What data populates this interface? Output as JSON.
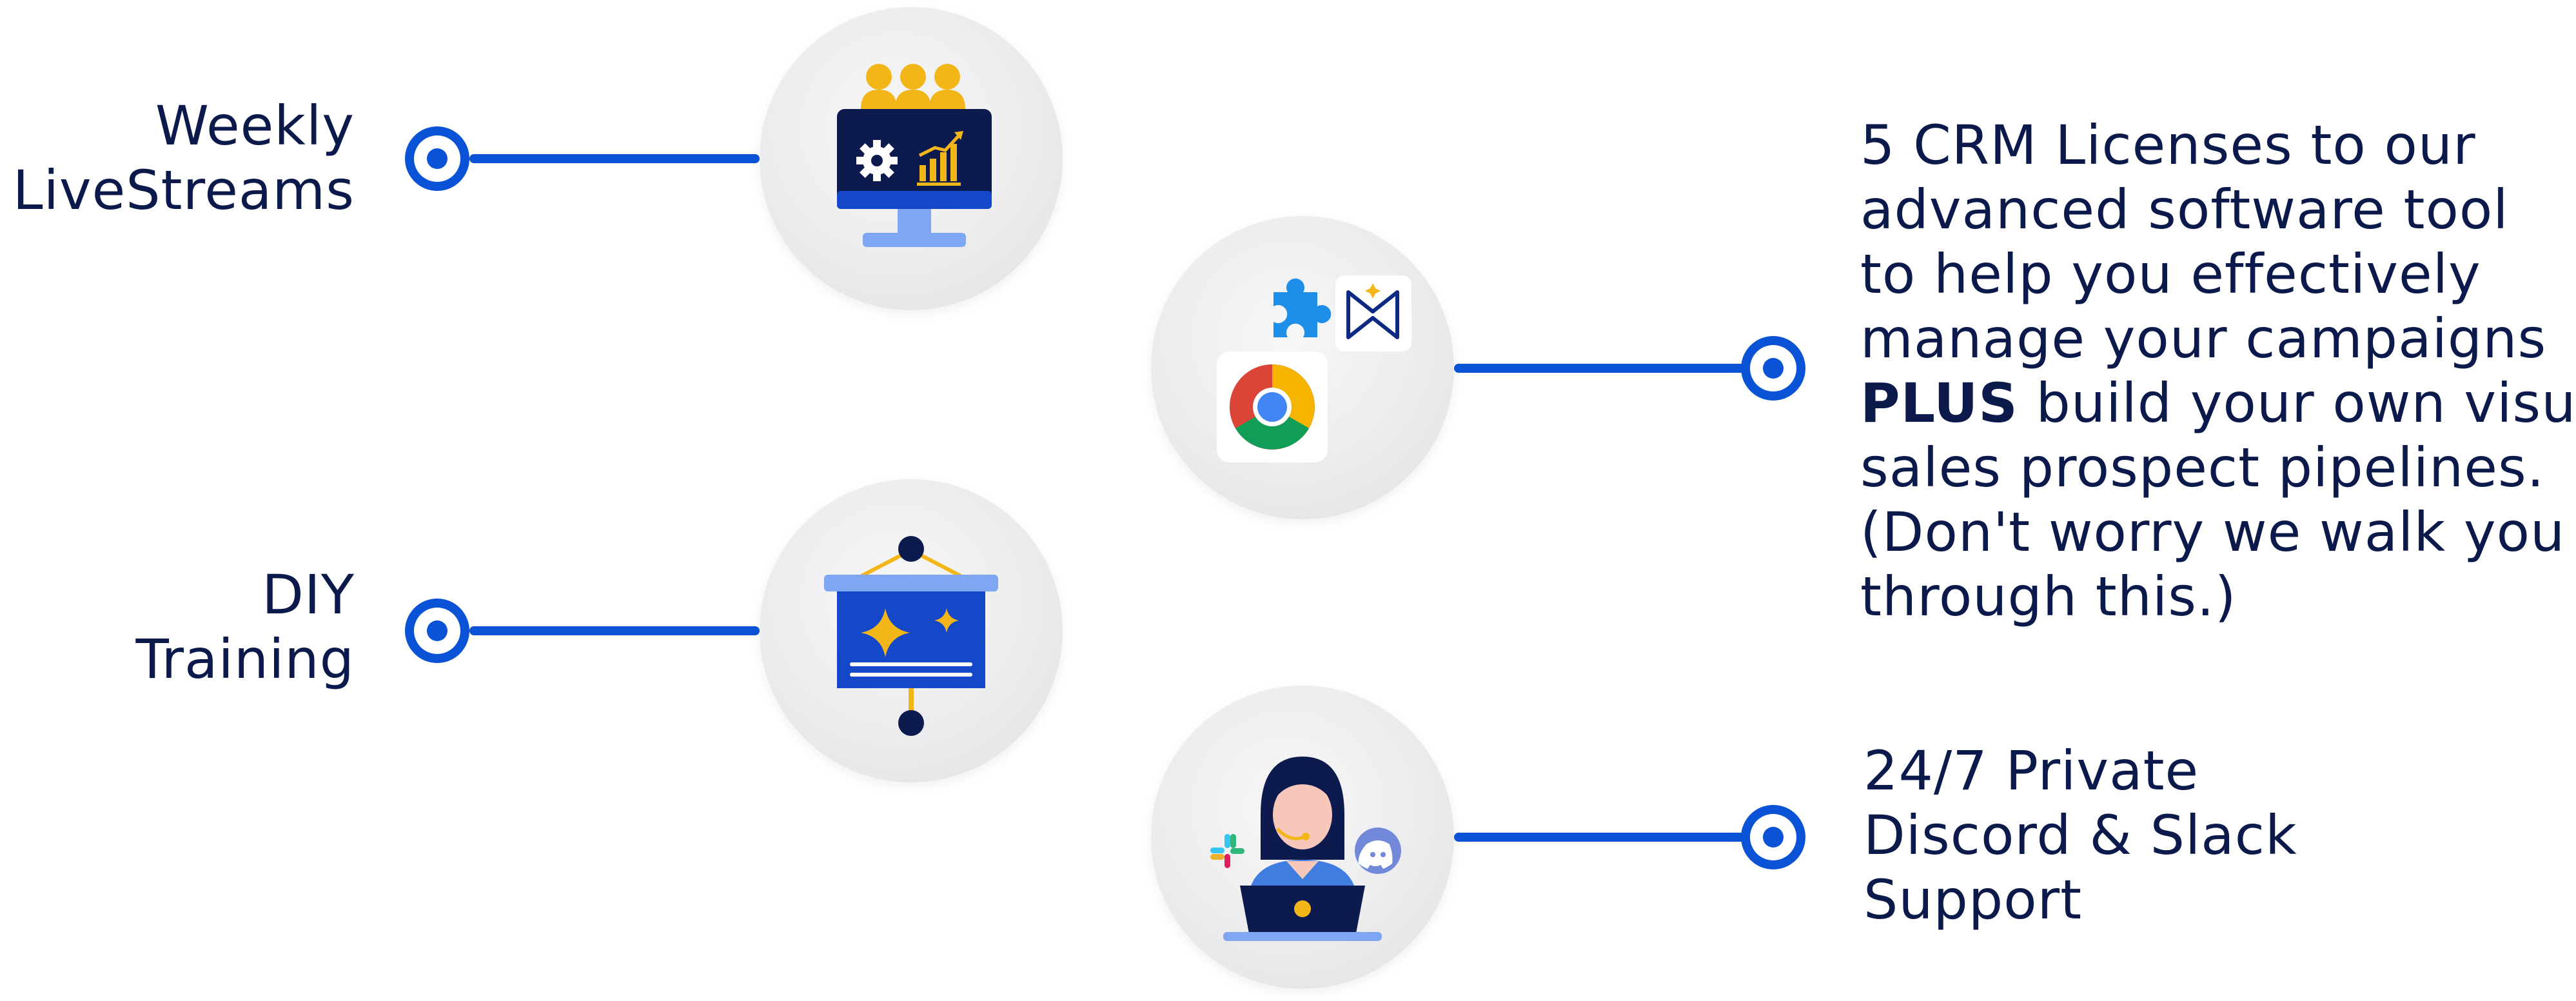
{
  "features": [
    {
      "id": "weekly-livestreams",
      "label_lines": [
        "Weekly",
        "LiveStreams"
      ],
      "icon": "monitor-analytics-icon"
    },
    {
      "id": "crm-licenses",
      "label_lines": [
        "5 CRM Licenses to our",
        "advanced software tool",
        "to help you effectively",
        "manage your campaigns"
      ],
      "label_emphasis": "PLUS",
      "label_after_emphasis": " build your own visual",
      "label_lines_after": [
        "sales prospect pipelines.",
        "(Don't worry we walk you",
        "through this.)"
      ],
      "icon": "chrome-extension-icon"
    },
    {
      "id": "diy-training",
      "label_lines": [
        "DIY",
        "Training"
      ],
      "icon": "presentation-board-icon"
    },
    {
      "id": "support",
      "label_lines": [
        "24/7 Private",
        "Discord & Slack",
        "Support"
      ],
      "icon": "support-agent-icon"
    }
  ],
  "colors": {
    "accent": "#0a52d6",
    "text": "#0b1a4a",
    "gold": "#f2b619",
    "navy": "#0c1a4e",
    "disc": "#ececee"
  }
}
